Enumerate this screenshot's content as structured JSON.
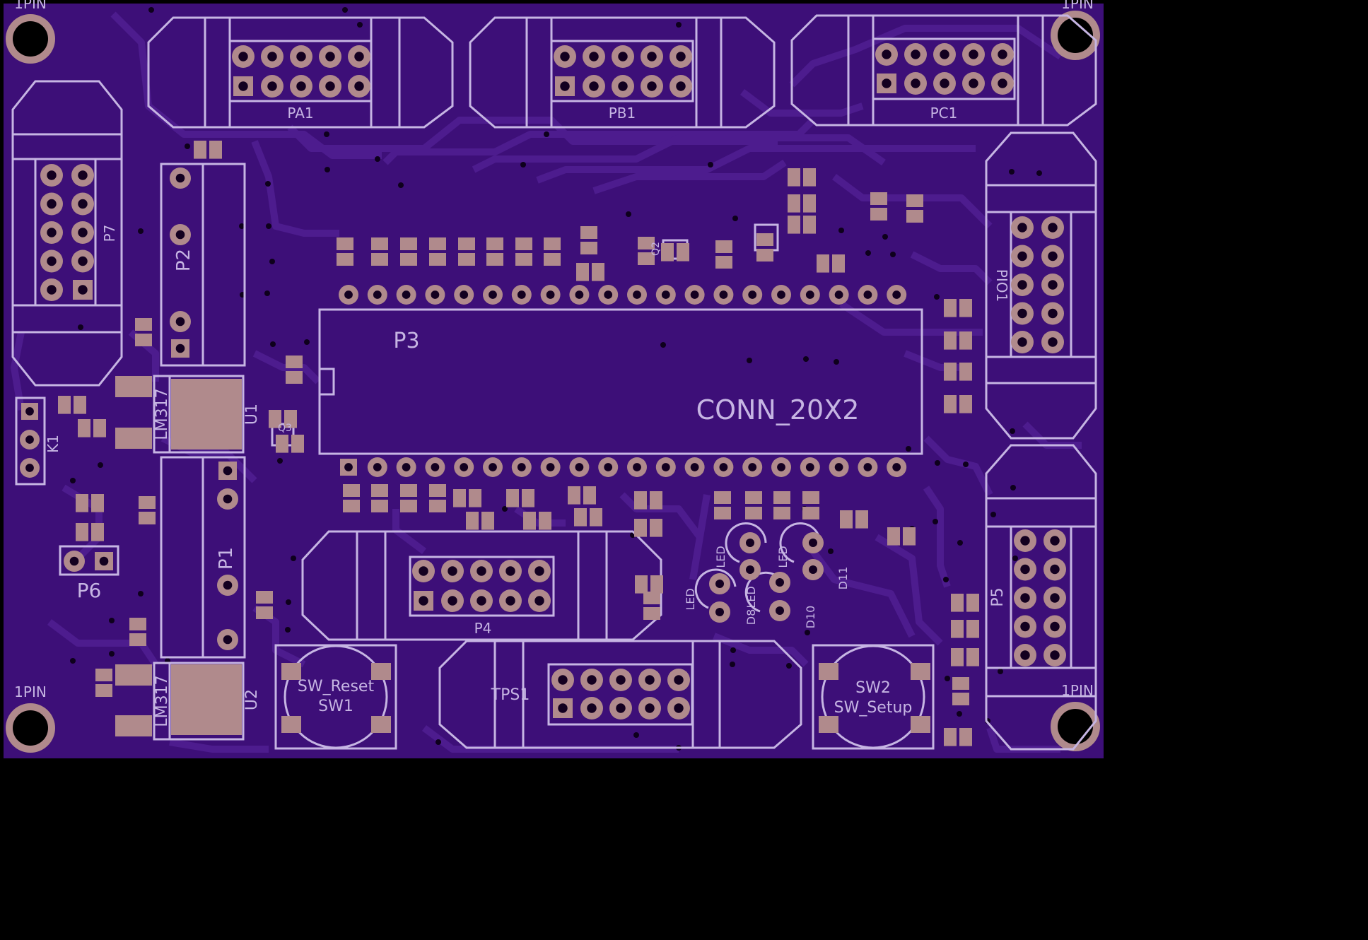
{
  "colors": {
    "board": "#3d0f78",
    "trace": "#4d1c8e",
    "silk": "#c6b5e3",
    "pad": "#b08a8c",
    "hole": "#130020",
    "edge": "#000000"
  },
  "labels": {
    "pa1": "PA1",
    "pb1": "PB1",
    "pc1": "PC1",
    "p7": "P7",
    "p2": "P2",
    "p3": "P3",
    "conn": "CONN_20X2",
    "pio1": "PIO1",
    "p5": "P5",
    "k1": "K1",
    "u1": "U1",
    "u2": "U2",
    "lm317_a": "LM317",
    "lm317_b": "LM317",
    "p1": "P1",
    "p6": "P6",
    "p4": "P4",
    "tps1": "TPS1",
    "sw_reset": "SW_Reset",
    "sw1": "SW1",
    "sw2": "SW2",
    "sw_setup": "SW_Setup",
    "pin1_bl": "1PIN",
    "pin1_br": "1PIN",
    "pin1_tl": "1PIN",
    "pin1_tr": "1PIN",
    "d8": "D8",
    "d10": "D10",
    "d11": "D11",
    "led1": "LED",
    "led2": "LED",
    "led3": "LED",
    "led4": "LED",
    "q2": "Q2",
    "q3": "Q3"
  }
}
